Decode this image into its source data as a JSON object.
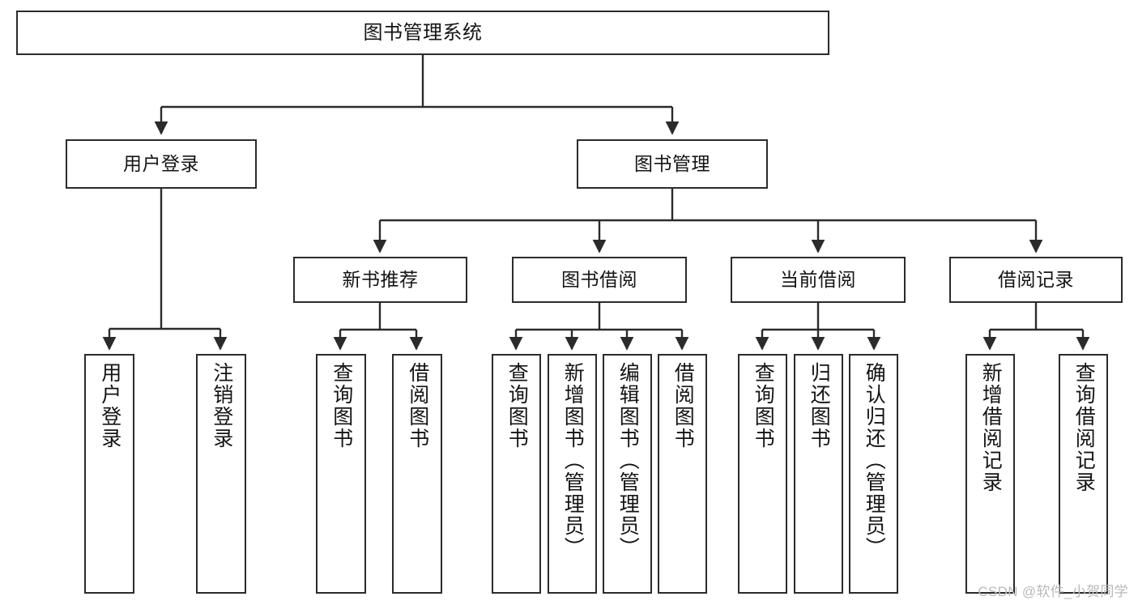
{
  "diagram": {
    "title_node": "图书管理系统",
    "watermark": "CSDN @软件_小贺同学",
    "colors": {
      "node_border": "#2b2b2b",
      "node_fill": "#ffffff",
      "edge": "#2b2b2b",
      "text": "#141414",
      "watermark": "#b9b9b9"
    },
    "levels": {
      "root": [
        "图书管理系统"
      ],
      "level2": [
        "用户登录",
        "图书管理"
      ],
      "level3": [
        "新书推荐",
        "图书借阅",
        "当前借阅",
        "借阅记录"
      ],
      "leaves": [
        "用户登录",
        "注销登录",
        "查询图书",
        "借阅图书",
        "查询图书",
        "新增图书（管理员）",
        "编辑图书（管理员）",
        "借阅图书",
        "查询图书",
        "归还图书",
        "确认归还（管理员）",
        "新增借阅记录",
        "查询借阅记录"
      ]
    },
    "nodes": {
      "root": {
        "label": "图书管理系统"
      },
      "user_login": {
        "label": "用户登录"
      },
      "book_manage": {
        "label": "图书管理"
      },
      "new_book_rec": {
        "label": "新书推荐"
      },
      "book_borrow": {
        "label": "图书借阅"
      },
      "current_borrow": {
        "label": "当前借阅"
      },
      "borrow_record": {
        "label": "借阅记录"
      },
      "leaf_user_login": {
        "label": "用户登录"
      },
      "leaf_logout": {
        "label": "注销登录"
      },
      "leaf_query_book_1": {
        "label": "查询图书"
      },
      "leaf_borrow_book_1": {
        "label": "借阅图书"
      },
      "leaf_query_book_2": {
        "label": "查询图书"
      },
      "leaf_add_book_admin": {
        "label": "新增图书（管理员）"
      },
      "leaf_edit_book_admin": {
        "label": "编辑图书（管理员）"
      },
      "leaf_borrow_book_2": {
        "label": "借阅图书"
      },
      "leaf_query_book_3": {
        "label": "查询图书"
      },
      "leaf_return_book": {
        "label": "归还图书"
      },
      "leaf_confirm_return_admin": {
        "label": "确认归还（管理员）"
      },
      "leaf_add_borrow_record": {
        "label": "新增借阅记录"
      },
      "leaf_query_borrow_record": {
        "label": "查询借阅记录"
      }
    }
  }
}
